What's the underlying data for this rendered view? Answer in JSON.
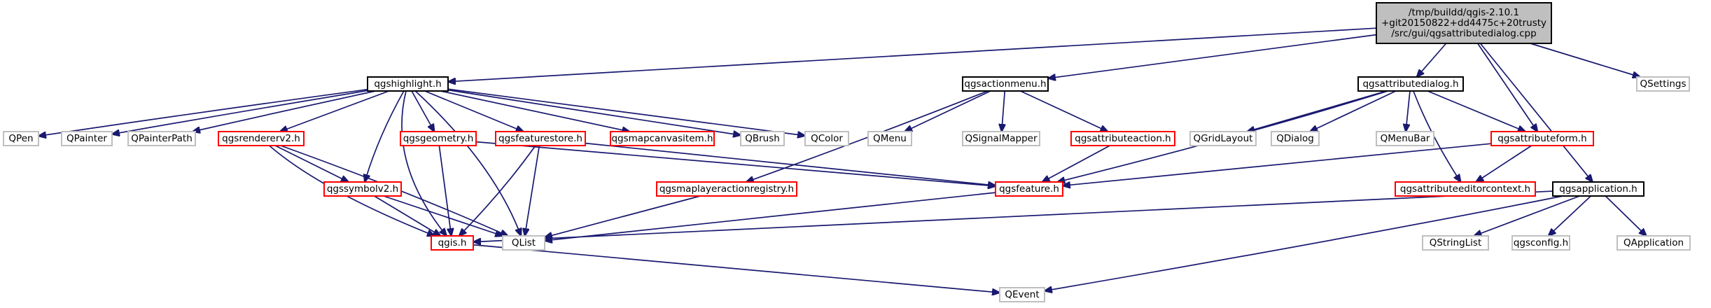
{
  "colors": {
    "edge": "#191970",
    "border_normal": "#000000",
    "border_linked": "#ff0000",
    "border_external": "#bfbfbf",
    "root_fill": "#bfbfbf",
    "fill": "#ffffff"
  },
  "nodes": {
    "root": {
      "lines": [
        "/tmp/buildd/qgis-2.10.1",
        "+git20150822+dd4475c+20trusty",
        "/src/gui/qgsattributedialog.cpp"
      ],
      "kind": "root"
    },
    "qgshighlight": {
      "lines": [
        "qgshighlight.h"
      ],
      "kind": "normal"
    },
    "qgsactionmenu": {
      "lines": [
        "qgsactionmenu.h"
      ],
      "kind": "normal"
    },
    "qgsattributedialog": {
      "lines": [
        "qgsattributedialog.h"
      ],
      "kind": "normal"
    },
    "qsettings": {
      "lines": [
        "QSettings"
      ],
      "kind": "external"
    },
    "qpen": {
      "lines": [
        "QPen"
      ],
      "kind": "external"
    },
    "qpainter": {
      "lines": [
        "QPainter"
      ],
      "kind": "external"
    },
    "qpainterpath": {
      "lines": [
        "QPainterPath"
      ],
      "kind": "external"
    },
    "qgsrendererv2": {
      "lines": [
        "qgsrendererv2.h"
      ],
      "kind": "linked"
    },
    "qgsgeometry": {
      "lines": [
        "qgsgeometry.h"
      ],
      "kind": "linked"
    },
    "qgsfeaturestore": {
      "lines": [
        "qgsfeaturestore.h"
      ],
      "kind": "linked"
    },
    "qgsmapcanvasitem": {
      "lines": [
        "qgsmapcanvasitem.h"
      ],
      "kind": "linked"
    },
    "qbrush": {
      "lines": [
        "QBrush"
      ],
      "kind": "external"
    },
    "qcolor": {
      "lines": [
        "QColor"
      ],
      "kind": "external"
    },
    "qmenu": {
      "lines": [
        "QMenu"
      ],
      "kind": "external"
    },
    "qsignalmapper": {
      "lines": [
        "QSignalMapper"
      ],
      "kind": "external"
    },
    "qgsattributeaction": {
      "lines": [
        "qgsattributeaction.h"
      ],
      "kind": "linked"
    },
    "qgridlayout": {
      "lines": [
        "QGridLayout"
      ],
      "kind": "external"
    },
    "qdialog": {
      "lines": [
        "QDialog"
      ],
      "kind": "external"
    },
    "qmenubar": {
      "lines": [
        "QMenuBar"
      ],
      "kind": "external"
    },
    "qgsattributeform": {
      "lines": [
        "qgsattributeform.h"
      ],
      "kind": "linked"
    },
    "qgssymbolv2": {
      "lines": [
        "qgssymbolv2.h"
      ],
      "kind": "linked"
    },
    "qgsmaplayeractionregistry": {
      "lines": [
        "qgsmaplayeractionregistry.h"
      ],
      "kind": "linked"
    },
    "qgsfeature": {
      "lines": [
        "qgsfeature.h"
      ],
      "kind": "linked"
    },
    "qgsattributeeditorcontext": {
      "lines": [
        "qgsattributeeditorcontext.h"
      ],
      "kind": "linked"
    },
    "qgsapplication": {
      "lines": [
        "qgsapplication.h"
      ],
      "kind": "normal"
    },
    "qgis": {
      "lines": [
        "qgis.h"
      ],
      "kind": "linked"
    },
    "qlist": {
      "lines": [
        "QList"
      ],
      "kind": "external"
    },
    "qstringlist": {
      "lines": [
        "QStringList"
      ],
      "kind": "external"
    },
    "qgsconfig": {
      "lines": [
        "qgsconfig.h"
      ],
      "kind": "external"
    },
    "qapplication": {
      "lines": [
        "QApplication"
      ],
      "kind": "external"
    },
    "qevent": {
      "lines": [
        "QEvent"
      ],
      "kind": "external"
    }
  }
}
